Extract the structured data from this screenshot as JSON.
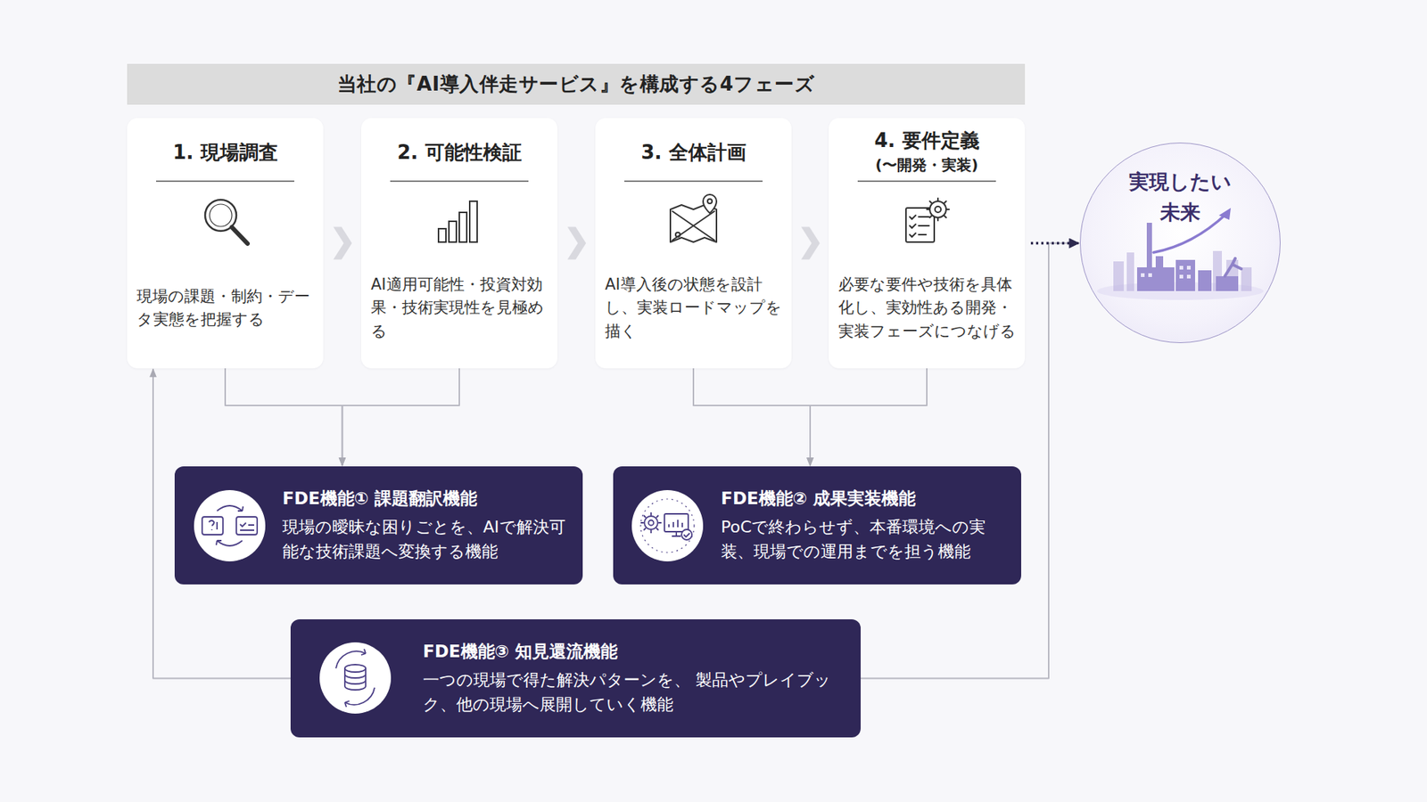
{
  "diagram": {
    "title": "当社の『AI導入伴走サービス』を構成する4フェーズ",
    "nodes": [
      {
        "text": [
          "1. 現場調査",
          "現場の課題・制約・データ実態を把握する"
        ]
      },
      {
        "text": [
          "2. 可能性検証",
          "AI適用可能性・投資対効果・技術実現性を見極める"
        ]
      },
      {
        "text": [
          "3. 全体計画",
          "AI導入後の状態を設計し、実装ロードマップを描く"
        ]
      },
      {
        "text": [
          "4. 要件定義",
          "(〜開発・実装)",
          "必要な要件や技術を具体化し、実効性ある開発・実装フェーズにつなげる"
        ]
      },
      {
        "text": [
          "実現したい 未来"
        ]
      },
      {
        "text": [
          "FDE機能① 課題翻訳機能",
          "現場の曖昧な困りごとを、AIで解決可能な技術課題へ変換する機能"
        ]
      },
      {
        "text": [
          "FDE機能② 成果実装機能",
          "PoCで終わらせず、本番環境への実装、現場での運用までを担う機能"
        ]
      },
      {
        "text": [
          "FDE機能③ 知見還流機能",
          "一つの現場で得た解決パターンを、 製品やプレイブック、他の現場へ展開していく機能"
        ]
      }
    ],
    "edges": [
      {
        "from": 0,
        "to": 1,
        "arrow": "to"
      },
      {
        "from": 1,
        "to": 2,
        "arrow": "to"
      },
      {
        "from": 2,
        "to": 3,
        "arrow": "to"
      },
      {
        "from": 3,
        "to": 4,
        "arrow": "to"
      },
      {
        "from": 0,
        "to": 5,
        "arrow": "to"
      },
      {
        "from": 1,
        "to": 5,
        "arrow": "to"
      },
      {
        "from": 2,
        "to": 6,
        "arrow": "to"
      },
      {
        "from": 3,
        "to": 6,
        "arrow": "to"
      },
      {
        "from": 7,
        "to": 0,
        "arrow": "to"
      },
      {
        "from": 7,
        "to": 4,
        "arrow": "to"
      }
    ]
  }
}
